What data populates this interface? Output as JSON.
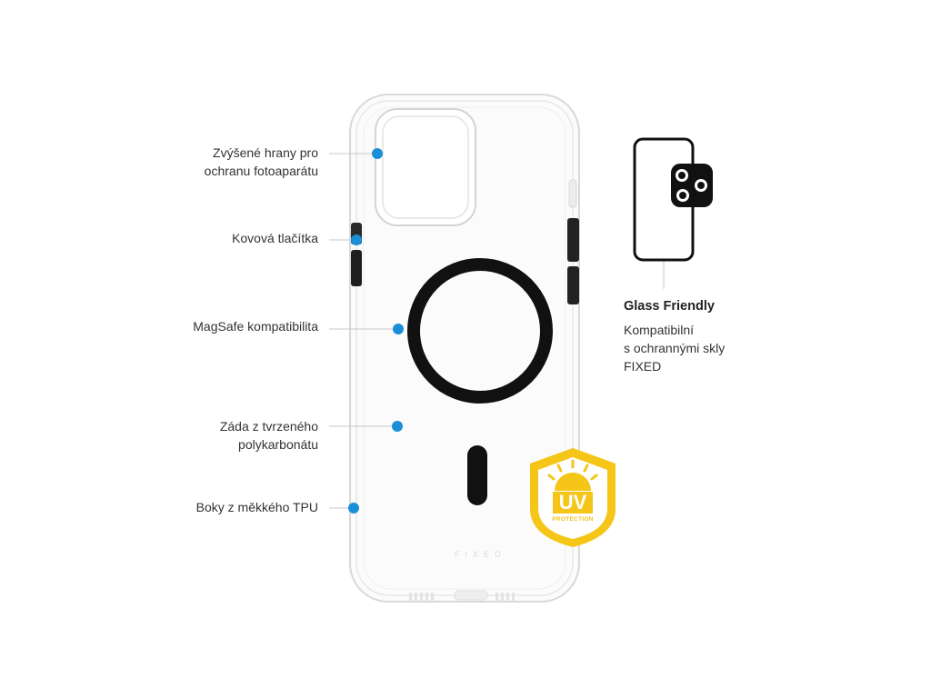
{
  "callouts": {
    "raised_edges": [
      "Zvýšené hrany pro",
      "ochranu fotoaparátu"
    ],
    "metal_buttons": "Kovová tlačítka",
    "magsafe": "MagSafe kompatibilita",
    "back": [
      "Záda z tvrzeného",
      "polykarbonátu"
    ],
    "sides": "Boky z měkkého TPU"
  },
  "glass_friendly": {
    "title": "Glass Friendly",
    "description": [
      "Kompatibilní",
      "s ochrannými skly",
      "FIXED"
    ]
  },
  "badge": {
    "main": "UV",
    "sub": "PROTECTION"
  },
  "brand_mark": "FIXED",
  "colors": {
    "dot": "#1a8fd8",
    "badge": "#f5c518",
    "ring": "#111111"
  },
  "icons": [
    "phone-case-image",
    "screen-protector-icon",
    "uv-protection-shield-icon"
  ]
}
